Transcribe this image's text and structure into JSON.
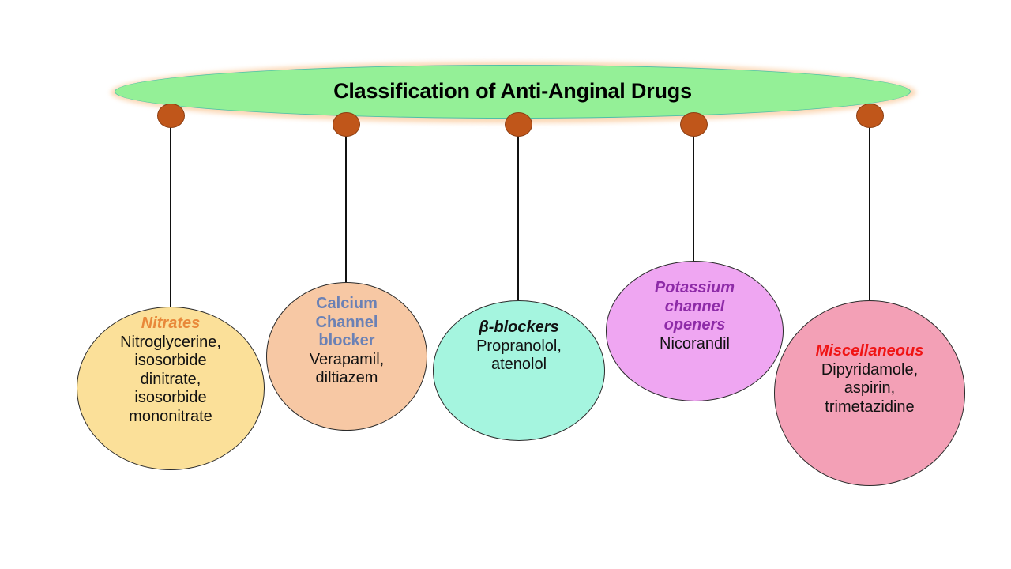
{
  "banner": {
    "title": "Classification of Anti-Anginal Drugs",
    "fill": "#94F097",
    "glow": "#FBD9B8",
    "stroke": "#4EBFA8"
  },
  "connectors": {
    "dot_color": "#C0561A",
    "line_color": "#111111",
    "count": 5
  },
  "categories": [
    {
      "id": "nitrates",
      "title": "Nitrates",
      "title_color": "#E8883A",
      "title_style": "bold-italic",
      "drugs": "Nitroglycerine,\nisosorbide\ndinitrate,\nisosorbide\nmononitrate",
      "fill": "#FBE099",
      "stroke": "#2B2B2B"
    },
    {
      "id": "calcium-channel-blocker",
      "title": "Calcium\nChannel\nblocker",
      "title_color": "#6B81B5",
      "title_style": "bold",
      "drugs": "Verapamil,\ndiltiazem",
      "fill": "#F7C8A4",
      "stroke": "#2B2B2B"
    },
    {
      "id": "beta-blockers",
      "title": "β-blockers",
      "title_color": "#111111",
      "title_style": "bold-italic",
      "drugs": "Propranolol,\natenolol",
      "fill": "#A5F5DF",
      "stroke": "#2B2B2B"
    },
    {
      "id": "potassium-channel-openers",
      "title": "Potassium\nchannel\nopeners",
      "title_color": "#8E2BA8",
      "title_style": "bold-italic",
      "drugs": "Nicorandil",
      "fill": "#EFA6F2",
      "stroke": "#2B2B2B"
    },
    {
      "id": "miscellaneous",
      "title": "Miscellaneous",
      "title_color": "#F01414",
      "title_style": "bold-italic",
      "drugs": "Dipyridamole,\naspirin,\ntrimetazidine",
      "fill": "#F3A0B6",
      "stroke": "#2B2B2B"
    }
  ]
}
